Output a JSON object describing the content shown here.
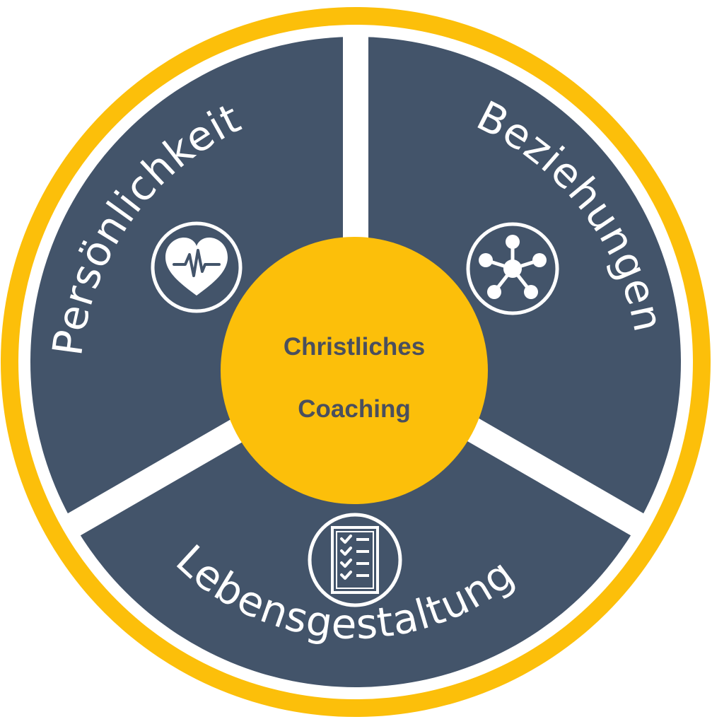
{
  "center": {
    "line1": "Christliches",
    "line2": "Coaching"
  },
  "segments": [
    {
      "label": "Persönlichkeit",
      "icon": "heart-pulse-icon"
    },
    {
      "label": "Beziehungen",
      "icon": "network-icon"
    },
    {
      "label": "Lebensgestaltung",
      "icon": "checklist-icon"
    }
  ],
  "colors": {
    "ring": "#fcbf0a",
    "segment": "#43546a",
    "divider": "#ffffff",
    "center": "#fcbf0a",
    "center_text": "#4a4f5e",
    "label_text": "#ffffff"
  }
}
